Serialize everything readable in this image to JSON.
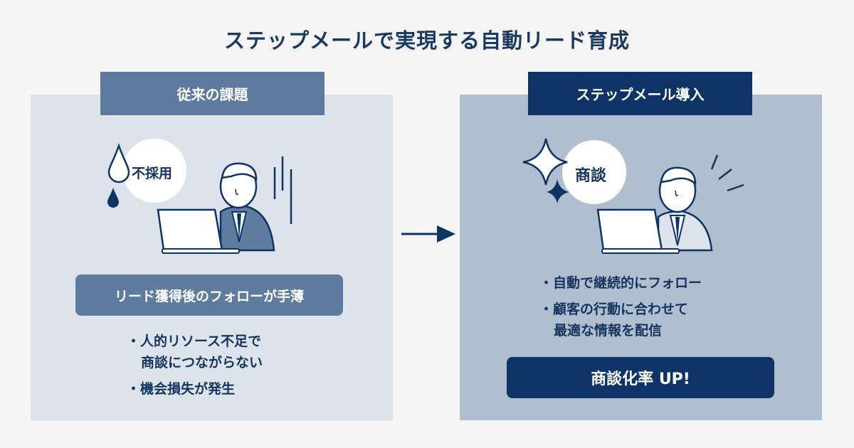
{
  "title": "ステップメールで実現する自動リード育成",
  "left": {
    "header": "従来の課題",
    "bubble": "不採用",
    "pill": "リード獲得後のフォローが手薄",
    "bullets": [
      [
        "・人的リソース不足で",
        "商談につながらない"
      ],
      [
        "・機会損失が発生"
      ]
    ]
  },
  "right": {
    "header": "ステップメール導入",
    "bubble": "商談",
    "bullets": [
      [
        "・自動で継続的にフォロー"
      ],
      [
        "・顧客の行動に合わせて",
        "最適な情報を配信"
      ]
    ],
    "button": "商談化率 UP!"
  },
  "colors": {
    "navy": "#0e3366",
    "left_panel": "#dde3ea",
    "right_panel": "#b0bfd0",
    "left_header": "#5e7a9f"
  }
}
